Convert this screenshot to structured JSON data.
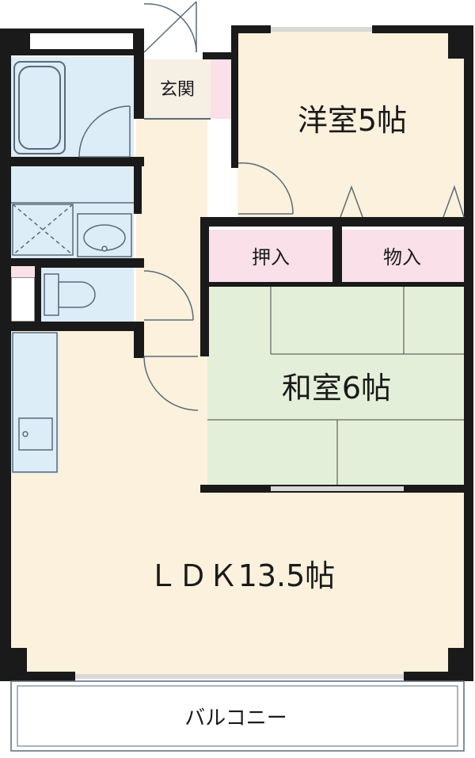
{
  "rooms": {
    "yoshitsu": "洋室5帖",
    "washitsu": "和室6帖",
    "ldk": "ＬＤＫ13.5帖",
    "genkan": "玄関",
    "oshiire": "押入",
    "monoire": "物入",
    "balcony": "バルコニー"
  },
  "colors": {
    "wall": "#1a1a1a",
    "floor_beige": "#fbf1dc",
    "wet_area": "#dcedf7",
    "closet_pink": "#f9e0e9",
    "tatami_green": "#e4efd9",
    "fixture_stroke": "#5a6a78"
  }
}
